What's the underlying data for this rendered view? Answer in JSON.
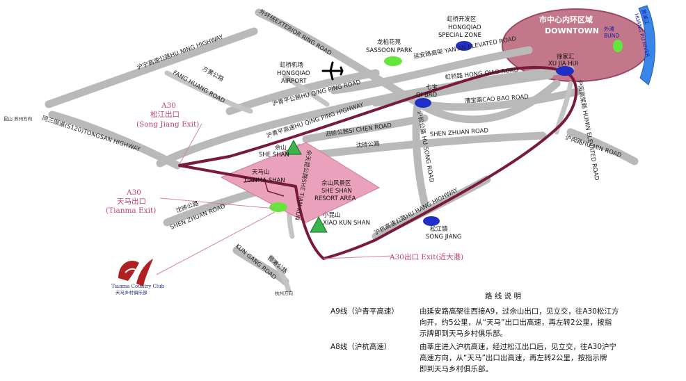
{
  "downtown": {
    "zh": "市中心内环区域",
    "en": "DOWNTOWN"
  },
  "bund": {
    "zh": "外滩",
    "en": "BUND"
  },
  "huangpu": {
    "zh": "黄浦江",
    "en": "HUANG PU RIVER"
  },
  "places": {
    "hongqiao_zone": {
      "zh": "虹桥开发区",
      "en1": "HONGQIAO",
      "en2": "SPECIAL ZONE"
    },
    "sassoon": {
      "zh": "龙柏花苑",
      "en": "SASSOON PARK"
    },
    "airport": {
      "zh": "虹桥机场",
      "en1": "HONGQIAO",
      "en2": "AIRPORT"
    },
    "xujiahui": {
      "zh": "徐家汇",
      "en": "XU JIA HUI"
    },
    "qibao": {
      "zh": "七宝",
      "en": "QI BAO"
    },
    "sheshan": {
      "zh": "佘山",
      "en": "SHE SHAN"
    },
    "tianma_shan": {
      "zh": "天马山",
      "en": "TIANMA SHAN"
    },
    "resort": {
      "zh": "佘山风景区",
      "en1": "SHE SHAN",
      "en2": "RESORT AREA"
    },
    "xiaokunshan": {
      "zh": "小昆山",
      "en": "XIAO KUN SHAN"
    },
    "songjiang": {
      "zh": "松江镇",
      "en": "SONG JIANG"
    }
  },
  "roads": {
    "exterior_ring": "外环线EXTERIOR RING ROAD",
    "huning": "沪宁高速公路HU NING HIGHWAY",
    "fanghuang_zh": "方黄公路",
    "fanghuang_en": "FANG HUANG ROAD",
    "yanan": "延安路高架 YAN'AN ELEVATED ROAD",
    "hongqiao_road": "虹桥路 HONG QIAO ROAD",
    "caobao": "漕宝路CAO BAO ROAD",
    "huqingping_road": "沪青平公路HU QING PING ROAD",
    "huqingping_hwy": "沪青平高速HU QING PING HIGHWAY",
    "sichen": "泗陈公路SI CHEN ROAD",
    "shenzhuan_zh": "沈砖公路",
    "shenzhuan_road": "SHEN ZHUAN ROAD",
    "shenzhuan_road2_zh": "沈砖公路",
    "shenzhuan_road2": "SHEN ZHUAN ROAD",
    "tongsan": "同三国道(S120)TONGSAN HIGHWAY",
    "husong": "沪松公路 HU SONG ROAD",
    "huhang": "沪杭高速公路HU HANG HIGHWAY",
    "humin_elev": "沪闵高架路 HUMIN ELEVATED ROAD",
    "humin_road": "沪闵路HU MIN ROAD",
    "sheshan_tianma": "佘天昆公路SHE TIAN KUN",
    "kungang_zh": "昆港公路",
    "kungang_en": "KUN GANG ROAD",
    "left_edge": "昆山 苏州方向",
    "bottom_small": "杭州方向"
  },
  "exits": {
    "songjiang": {
      "line1": "A30",
      "line2": "松江出口",
      "line3": "(Song Jiang Exit)"
    },
    "tianma": {
      "line1": "A30",
      "line2": "天马出口",
      "line3": "(Tianma Exit)"
    },
    "chedun": "A30出口 Exit(近大港)"
  },
  "club": {
    "en": "Tianma Country Club",
    "zh": "天马乡村俱乐部"
  },
  "notes": {
    "title": "路 线 说 明",
    "a9_label": "A9线（沪青平高速）",
    "a9_lines": [
      "由延安路高架往西接A9，过佘山出口，见立交，往A30松江方",
      "向开，约5公里，从“天马”出口出高速，再左转2公里，按指",
      "示牌即到天马乡村俱乐部。"
    ],
    "a8_label": "A8线（沪杭高速）",
    "a8_lines": [
      "由莘庄进入沪杭高速，经过松江出口后，见立交，往A30沪宁",
      "高速方向，从“天马”出口出高速，再左转2公里，按指示牌",
      "即到天马乡村俱乐部。"
    ]
  },
  "colors": {
    "route": "#7a1a3a",
    "downtown": "#c2788a",
    "resort": "#eaa2bc",
    "road": "#b9b9b9",
    "marker_blue": "#1f2ec4",
    "marker_green": "#66e63a",
    "river": "#3a86e8",
    "exit_text": "#c2406a"
  }
}
